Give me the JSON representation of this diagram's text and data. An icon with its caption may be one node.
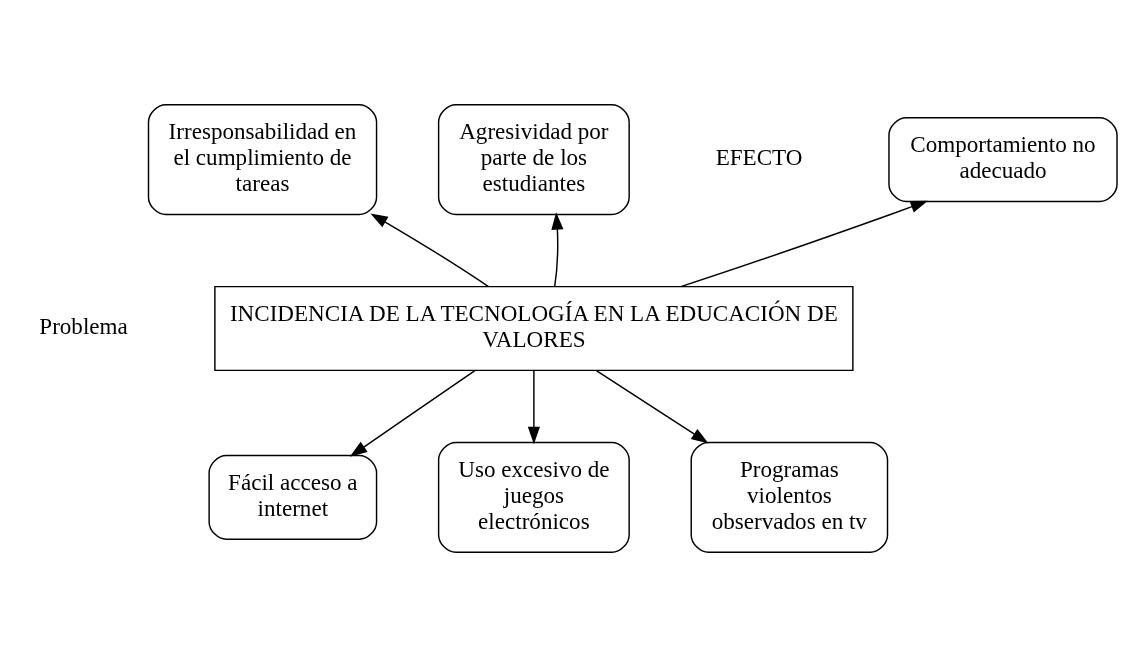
{
  "diagram": {
    "nodes": [
      {
        "text": [
          "Comportamiento no adecuado"
        ]
      },
      {
        "text": [
          "Irresponsabilidad en el cumplimiento de tareas"
        ]
      },
      {
        "text": [
          "Agresividad por parte de los estudiantes"
        ]
      },
      {
        "text": [
          "INCIDENCIA DE LA TECNOLOGÍA EN LA EDUCACIÓN DE VALORES"
        ],
        "beside": [
          "Problema"
        ]
      },
      {
        "text": [
          "Fácil acceso a internet"
        ]
      },
      {
        "text": [
          "Uso excesivo de juegos electrónicos"
        ]
      },
      {
        "text": [
          "Programas violentos observados en tv"
        ]
      }
    ],
    "edges": [
      {
        "from": 3,
        "to": 0,
        "arrow": "to"
      },
      {
        "from": 3,
        "to": 1,
        "arrow": "to"
      },
      {
        "from": 3,
        "to": 2,
        "arrow": "to"
      },
      {
        "from": 3,
        "to": 4,
        "arrow": "to"
      },
      {
        "from": 3,
        "to": 5,
        "arrow": "to"
      },
      {
        "from": 3,
        "to": 6,
        "arrow": "to"
      }
    ],
    "labels": [
      "EFECTO"
    ]
  }
}
